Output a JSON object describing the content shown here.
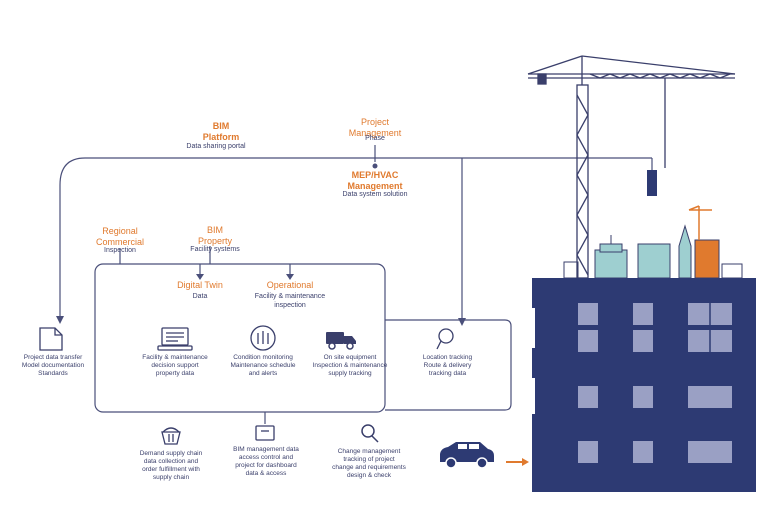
{
  "colors": {
    "navy": "#2d3a73",
    "line": "#4a4f7a",
    "orange": "#e07a2e",
    "window": "#9aa0c4",
    "teal": "#9ecfd0"
  },
  "nodes": {
    "bim_platform": {
      "title1": "BIM",
      "title2": "Platform",
      "sub": "Data sharing portal"
    },
    "project_mgmt": {
      "title1": "Project",
      "title2": "Management",
      "sub": "Phase"
    },
    "mep": {
      "title1": "MEP/HVAC",
      "title2": "Management",
      "sub": "Data system solution"
    },
    "regional": {
      "title1": "Regional",
      "title2": "Commercial",
      "sub": "Inspection"
    },
    "bim_property": {
      "title1": "BIM",
      "title2": "Property",
      "sub": "Facility systems"
    },
    "digital_twin": {
      "title": "Digital Twin",
      "sub": "Data"
    },
    "operational": {
      "title": "Operational",
      "sub1": "Facility & maintenance",
      "sub2": "inspection"
    }
  },
  "icon_labels": {
    "document": [
      "Project data transfer",
      "Model documentation",
      "Standards"
    ],
    "computer": [
      "Facility & maintenance",
      "decision support",
      "property data"
    ],
    "gauge": [
      "Condition monitoring",
      "Maintenance schedule",
      "and alerts"
    ],
    "truck": [
      "On site equipment",
      "Inspection & maintenance",
      "supply tracking"
    ],
    "pin": [
      "Location tracking",
      "Route & delivery",
      "tracking data"
    ],
    "basket": [
      "Demand supply chain",
      "data collection and",
      "order fulfillment with",
      "supply chain"
    ],
    "screen": [
      "BIM management data",
      "access control and",
      "project for dashboard",
      "data & access"
    ],
    "magnifier": [
      "Change management",
      "tracking of project",
      "change and requirements",
      "design & check"
    ]
  }
}
